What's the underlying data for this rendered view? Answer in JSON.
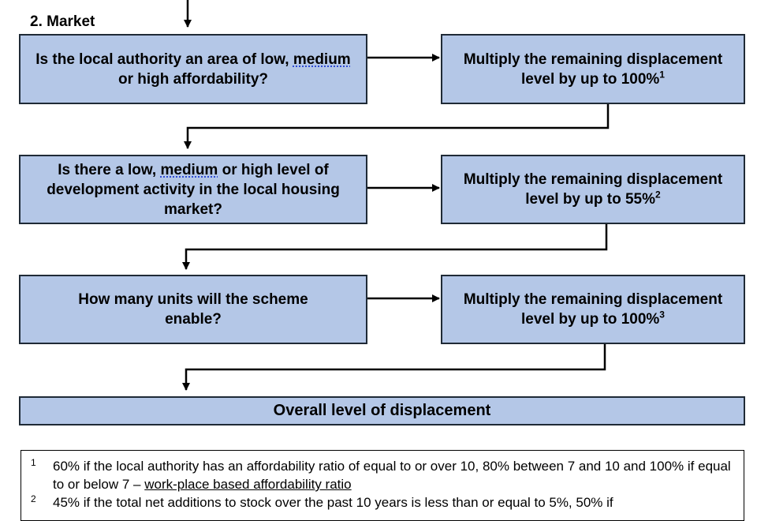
{
  "section": {
    "title": "2.  Market"
  },
  "flow": {
    "q1": {
      "pre": "Is the local authority an area of low, ",
      "highlight": "medium",
      "post": " or high affordability?"
    },
    "r1": {
      "text": "Multiply the remaining displacement level by up to 100%",
      "sup": "1"
    },
    "q2": {
      "pre": "Is there a low, ",
      "highlight": "medium",
      "post": " or high level of development activity in the local housing market?"
    },
    "r2": {
      "text": "Multiply the remaining displacement level by up to 55%",
      "sup": "2"
    },
    "q3": {
      "text": "How many units will the scheme enable?"
    },
    "r3": {
      "text": "Multiply the remaining displacement level by up to 100%",
      "sup": "3"
    },
    "final": {
      "text": "Overall level of displacement"
    }
  },
  "footnotes": [
    {
      "num": "1",
      "text": "60% if the local authority has an affordability ratio of equal to or over 10, 80% between 7 and 10 and 100% if equal to or below 7 – ",
      "link": "work-place based affordability ratio"
    },
    {
      "num": "2",
      "text": "45% if the total net additions to stock over the past 10 years is less than or equal to 5%, 50% if",
      "link": ""
    }
  ]
}
